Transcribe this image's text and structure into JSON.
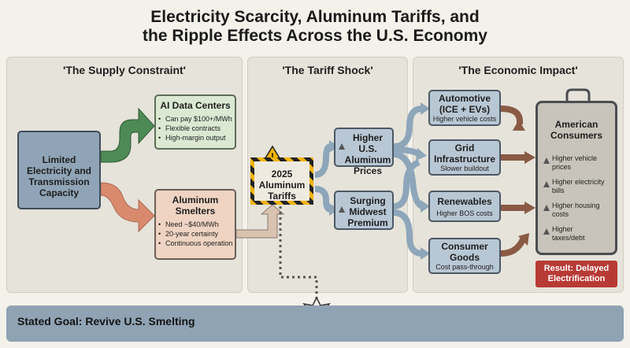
{
  "title": {
    "line1": "Electricity Scarcity, Aluminum Tariffs, and",
    "line2": "the Ripple Effects Across the U.S. Economy"
  },
  "panels": {
    "supply": "'The Supply Constraint'",
    "tariff": "'The Tariff Shock'",
    "impact": "'The Economic Impact'"
  },
  "nodes": {
    "limited": "Limited Electricity and Transmission Capacity",
    "ai": {
      "title": "AI Data Centers",
      "bullets": [
        "Can pay $100+/MWh",
        "Flexible contracts",
        "High-margin output"
      ]
    },
    "smelters": {
      "title": "Aluminum Smelters",
      "bullets": [
        "Need ~$40/MWh",
        "20-year certainty",
        "Continuous operation"
      ]
    },
    "tariffs": "2025 Aluminum Tariffs",
    "prices": "Higher U.S. Aluminum Prices",
    "premium": "Surging Midwest Premium",
    "automotive": {
      "title": "Automotive (ICE + EVs)",
      "sub": "Higher vehicle costs"
    },
    "grid": {
      "title": "Grid Infrastructure",
      "sub": "Slower buildout"
    },
    "renewables": {
      "title": "Renewables",
      "sub": "Higher BOS costs"
    },
    "consumer_goods": {
      "title": "Consumer Goods",
      "sub": "Cost pass-through"
    },
    "consumers": {
      "title": "American Consumers",
      "items": [
        "Higher vehicle prices",
        "Higher electricity bills",
        "Higher housing costs",
        "Higher taxes/debt"
      ]
    },
    "result": "Result: Delayed Electrification"
  },
  "goal": "Stated Goal: Revive U.S. Smelting",
  "colors": {
    "green_arrow": "#4e8a55",
    "orange_arrow": "#d98a6e",
    "blue_arrow": "#8ea6ba",
    "brown_arrow": "#8a5a44",
    "result_red": "#b83a34",
    "hazard_yellow": "#f0b400"
  },
  "icons": [
    "warning-icon",
    "up-arrow-icon",
    "x-mark-icon",
    "burst-icon",
    "sparkle-icon"
  ]
}
